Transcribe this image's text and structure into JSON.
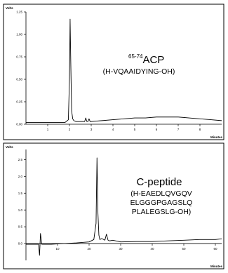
{
  "chart_data": [
    {
      "type": "line",
      "y_unit_label": "Volts",
      "x_unit_label": "Minutes",
      "xlim": [
        0,
        9
      ],
      "ylim": [
        0,
        1.25
      ],
      "x_ticks": [
        "1",
        "2",
        "3",
        "4",
        "5",
        "6",
        "7",
        "8"
      ],
      "y_ticks": [
        "0.00",
        "0.25",
        "0.50",
        "0.75",
        "1.00",
        "1.25"
      ],
      "grid": false,
      "annotation": {
        "superscript": "65-74",
        "name": "ACP",
        "sequence_lines": [
          "(H-VQAAIDYING-OH)"
        ]
      },
      "series": [
        {
          "x": [
            0,
            0.5,
            1.0,
            1.5,
            1.8,
            1.95,
            2.0,
            2.03,
            2.06,
            2.1,
            2.15,
            2.2,
            2.3,
            2.5,
            2.7,
            2.75,
            2.8,
            2.85,
            2.9,
            2.95,
            3.0,
            3.5,
            4.0,
            4.5,
            5.0,
            5.5,
            6.0,
            6.5,
            7.0,
            7.5,
            8.0,
            8.5,
            9.0
          ],
          "y": [
            0.02,
            0.02,
            0.02,
            0.02,
            0.02,
            0.05,
            0.5,
            1.17,
            0.7,
            0.15,
            0.06,
            0.04,
            0.03,
            0.03,
            0.03,
            0.07,
            0.03,
            0.03,
            0.06,
            0.03,
            0.03,
            0.04,
            0.05,
            0.06,
            0.07,
            0.07,
            0.08,
            0.08,
            0.08,
            0.07,
            0.06,
            0.05,
            0.04
          ]
        }
      ]
    },
    {
      "type": "line",
      "y_unit_label": "Volts",
      "x_unit_label": "Minutes",
      "xlim": [
        0,
        62
      ],
      "ylim": [
        -0.5,
        2.8
      ],
      "x_ticks": [
        "10",
        "20",
        "30",
        "40",
        "50",
        "60"
      ],
      "y_ticks": [
        "0.0",
        "0.5",
        "1.0",
        "1.5",
        "2.0",
        "2.5"
      ],
      "grid": false,
      "annotation": {
        "superscript": "",
        "name": "C-peptide",
        "sequence_lines": [
          "(H-EAEDLQVGQV",
          "ELGGGPGAGSLQ",
          "PLALEGSLG-OH)"
        ]
      },
      "series": [
        {
          "x": [
            0,
            2,
            4,
            4.3,
            4.6,
            5,
            8,
            12,
            16,
            20,
            21.5,
            22.2,
            22.5,
            22.8,
            23.1,
            23.4,
            24,
            25,
            25.5,
            26,
            26.5,
            27.5,
            30,
            35,
            40,
            45,
            50,
            55,
            60,
            62
          ],
          "y": [
            -0.02,
            -0.02,
            -0.02,
            -0.35,
            0.3,
            -0.02,
            -0.02,
            0.0,
            0.02,
            0.05,
            0.12,
            0.6,
            2.55,
            0.9,
            0.25,
            0.12,
            0.15,
            0.1,
            0.28,
            0.1,
            0.08,
            0.1,
            0.05,
            0.06,
            0.06,
            0.08,
            0.1,
            0.12,
            0.12,
            0.14
          ]
        }
      ]
    }
  ]
}
